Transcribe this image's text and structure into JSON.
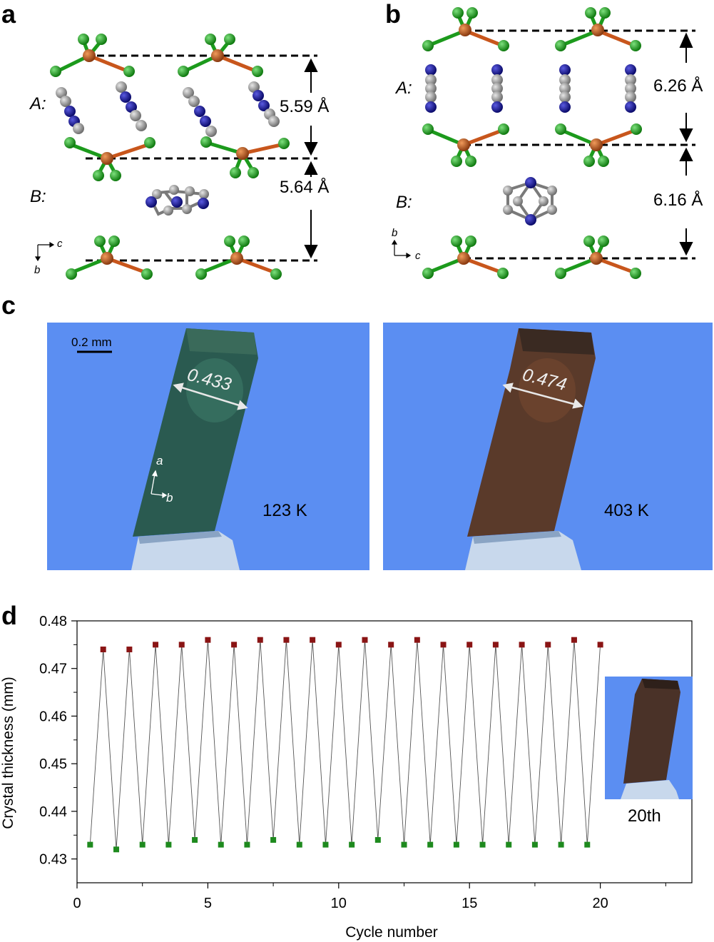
{
  "panels": {
    "a": {
      "letter": "a",
      "layer_a_label": "A",
      "layer_b_label": "B",
      "distance_a": "5.59 Å",
      "distance_b": "5.64 Å",
      "axis_1": "c",
      "axis_2": "b"
    },
    "b": {
      "letter": "b",
      "layer_a_label": "A",
      "layer_b_label": "B",
      "distance_a": "6.26 Å",
      "distance_b": "6.16 Å",
      "axis_1": "b",
      "axis_2": "c"
    },
    "c": {
      "letter": "c",
      "scale_bar": "0.2 mm",
      "width_low": "0.433",
      "width_high": "0.474",
      "axis_1": "a",
      "axis_2": "b",
      "temp_low": "123 K",
      "temp_high": "403 K"
    },
    "d": {
      "letter": "d",
      "inset_label": "20th"
    }
  },
  "colors": {
    "fe": "#c8561c",
    "cl": "#1c9a1c",
    "c_atom": "#9a9a9a",
    "n_atom": "#14149a",
    "photo_bg": "#5b8ef2",
    "green_marker": "#1e8a1e",
    "red_marker": "#8a1414"
  },
  "chart_data": {
    "type": "scatter",
    "title": "",
    "xlabel": "Cycle number",
    "ylabel": "Crystal thickness (mm)",
    "xlim": [
      0,
      23.5
    ],
    "ylim": [
      0.425,
      0.48
    ],
    "xticks": [
      0,
      5,
      10,
      15,
      20
    ],
    "yticks": [
      0.43,
      0.44,
      0.45,
      0.46,
      0.47,
      0.48
    ],
    "connecting_line": true,
    "series": [
      {
        "color": "#1e8a1e",
        "x": [
          0.5,
          1.5,
          2.5,
          3.5,
          4.5,
          5.5,
          6.5,
          7.5,
          8.5,
          9.5,
          10.5,
          11.5,
          12.5,
          13.5,
          14.5,
          15.5,
          16.5,
          17.5,
          18.5,
          19.5
        ],
        "y": [
          0.433,
          0.432,
          0.433,
          0.433,
          0.434,
          0.433,
          0.433,
          0.434,
          0.433,
          0.433,
          0.433,
          0.434,
          0.433,
          0.433,
          0.433,
          0.433,
          0.433,
          0.433,
          0.433,
          0.433
        ]
      },
      {
        "color": "#8a1414",
        "x": [
          1,
          2,
          3,
          4,
          5,
          6,
          7,
          8,
          9,
          10,
          11,
          12,
          13,
          14,
          15,
          16,
          17,
          18,
          19,
          20
        ],
        "y": [
          0.474,
          0.474,
          0.475,
          0.475,
          0.476,
          0.475,
          0.476,
          0.476,
          0.476,
          0.475,
          0.476,
          0.475,
          0.476,
          0.475,
          0.475,
          0.475,
          0.475,
          0.475,
          0.476,
          0.475
        ]
      }
    ]
  }
}
